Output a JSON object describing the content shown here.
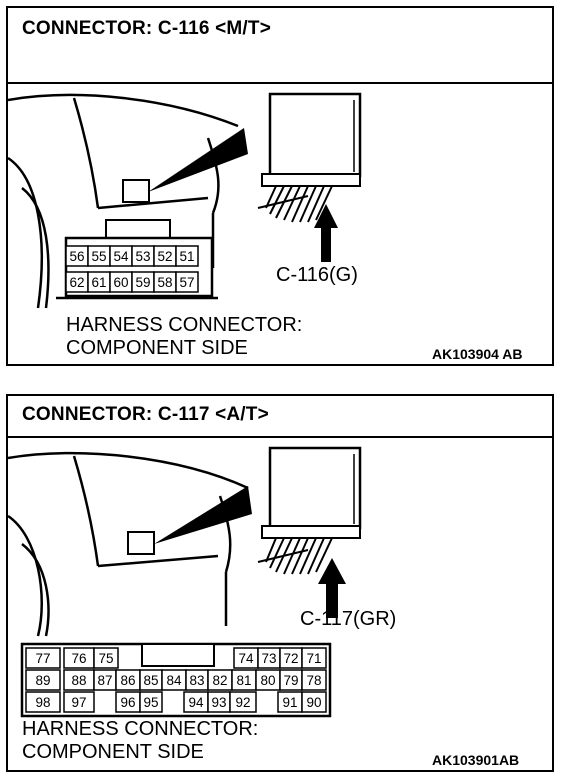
{
  "panels": [
    {
      "title": "CONNECTOR: C-116 <M/T>",
      "connector_label": "C-116(G)",
      "note_line1": "HARNESS CONNECTOR:",
      "note_line2": "COMPONENT SIDE",
      "code": "AK103904 AB",
      "pins_top": [
        "56",
        "55",
        "54",
        "53",
        "52",
        "51"
      ],
      "pins_bottom": [
        "62",
        "61",
        "60",
        "59",
        "58",
        "57"
      ]
    },
    {
      "title": "CONNECTOR: C-117 <A/T>",
      "connector_label": "C-117(GR)",
      "note_line1": "HARNESS CONNECTOR:",
      "note_line2": "COMPONENT SIDE",
      "code": "AK103901AB",
      "pins_row1": [
        "77",
        "76",
        "75",
        "74",
        "73",
        "72",
        "71"
      ],
      "pins_row2": [
        "89",
        "88",
        "87",
        "86",
        "85",
        "84",
        "83",
        "82",
        "81",
        "80",
        "79",
        "78"
      ],
      "pins_row3": [
        "98",
        "97",
        "96",
        "95",
        "94",
        "93",
        "92",
        "91",
        "90"
      ]
    }
  ]
}
